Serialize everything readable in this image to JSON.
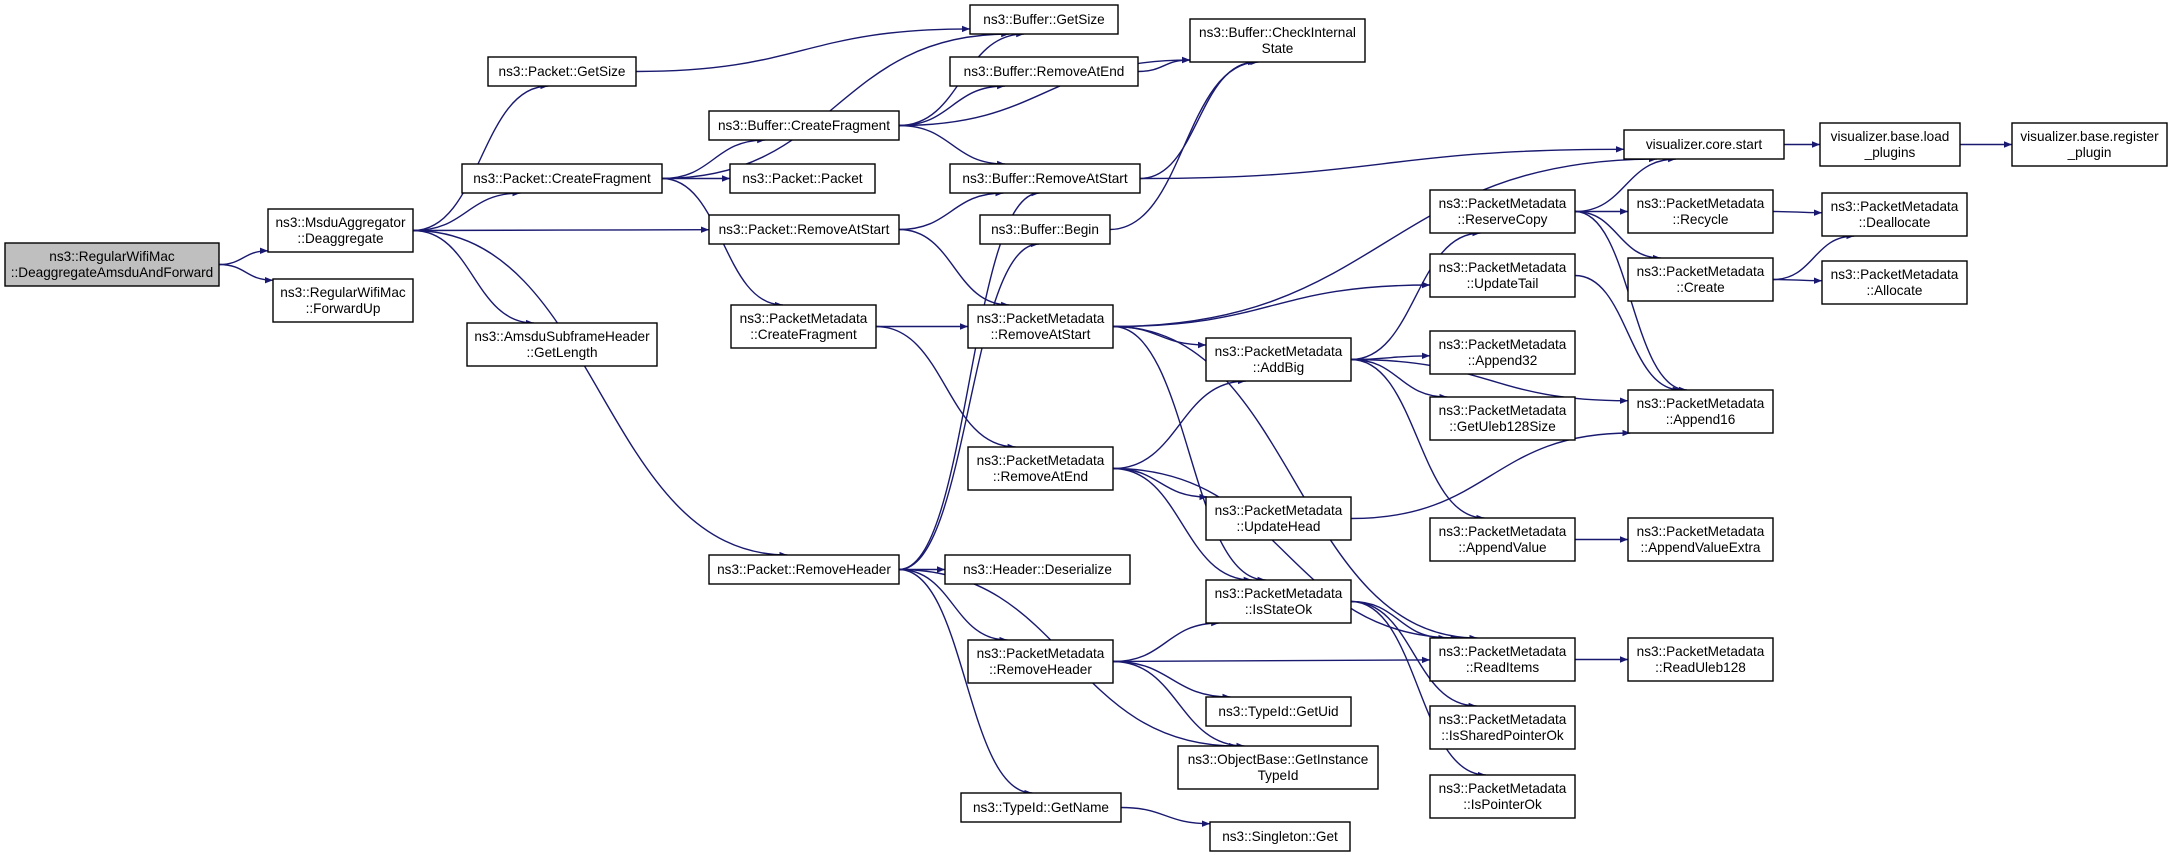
{
  "graph": {
    "colors": {
      "edge": "#191970",
      "root_fill": "#bfbfbf",
      "node_fill": "#ffffff",
      "border": "#000000"
    },
    "nodes": [
      {
        "id": "root",
        "lines": [
          "ns3::RegularWifiMac",
          "::DeaggregateAmsduAndForward"
        ]
      },
      {
        "id": "msdu_deagg",
        "lines": [
          "ns3::MsduAggregator",
          "::Deaggregate"
        ]
      },
      {
        "id": "forwardup",
        "lines": [
          "ns3::RegularWifiMac",
          "::ForwardUp"
        ]
      },
      {
        "id": "pkt_getsize",
        "lines": [
          "ns3::Packet::GetSize"
        ]
      },
      {
        "id": "pkt_createfrag",
        "lines": [
          "ns3::Packet::CreateFragment"
        ]
      },
      {
        "id": "amsdu_getlen",
        "lines": [
          "ns3::AmsduSubframeHeader",
          "::GetLength"
        ]
      },
      {
        "id": "buf_getsize",
        "lines": [
          "ns3::Buffer::GetSize"
        ]
      },
      {
        "id": "buf_removeatend",
        "lines": [
          "ns3::Buffer::RemoveAtEnd"
        ]
      },
      {
        "id": "buf_createfrag",
        "lines": [
          "ns3::Buffer::CreateFragment"
        ]
      },
      {
        "id": "pkt_packet",
        "lines": [
          "ns3::Packet::Packet"
        ]
      },
      {
        "id": "pkt_removeatstart",
        "lines": [
          "ns3::Packet::RemoveAtStart"
        ]
      },
      {
        "id": "pm_createfrag",
        "lines": [
          "ns3::PacketMetadata",
          "::CreateFragment"
        ]
      },
      {
        "id": "pkt_removeheader",
        "lines": [
          "ns3::Packet::RemoveHeader"
        ]
      },
      {
        "id": "buf_checkinternal",
        "lines": [
          "ns3::Buffer::CheckInternal",
          "State"
        ]
      },
      {
        "id": "buf_removeatstart",
        "lines": [
          "ns3::Buffer::RemoveAtStart"
        ]
      },
      {
        "id": "buf_begin",
        "lines": [
          "ns3::Buffer::Begin"
        ]
      },
      {
        "id": "pm_removeatstart",
        "lines": [
          "ns3::PacketMetadata",
          "::RemoveAtStart"
        ]
      },
      {
        "id": "pm_removeatend",
        "lines": [
          "ns3::PacketMetadata",
          "::RemoveAtEnd"
        ]
      },
      {
        "id": "hdr_deserialize",
        "lines": [
          "ns3::Header::Deserialize"
        ]
      },
      {
        "id": "pm_removeheader",
        "lines": [
          "ns3::PacketMetadata",
          "::RemoveHeader"
        ]
      },
      {
        "id": "typeid_getname",
        "lines": [
          "ns3::TypeId::GetName"
        ]
      },
      {
        "id": "vis_core_start",
        "lines": [
          "visualizer.core.start"
        ]
      },
      {
        "id": "vis_base_load",
        "lines": [
          "visualizer.base.load",
          "_plugins"
        ]
      },
      {
        "id": "vis_base_register",
        "lines": [
          "visualizer.base.register",
          "_plugin"
        ]
      },
      {
        "id": "pm_reservecopy",
        "lines": [
          "ns3::PacketMetadata",
          "::ReserveCopy"
        ]
      },
      {
        "id": "pm_updatetail",
        "lines": [
          "ns3::PacketMetadata",
          "::UpdateTail"
        ]
      },
      {
        "id": "pm_addbig",
        "lines": [
          "ns3::PacketMetadata",
          "::AddBig"
        ]
      },
      {
        "id": "pm_updatehead",
        "lines": [
          "ns3::PacketMetadata",
          "::UpdateHead"
        ]
      },
      {
        "id": "pm_isstateok",
        "lines": [
          "ns3::PacketMetadata",
          "::IsStateOk"
        ]
      },
      {
        "id": "typeid_getuid",
        "lines": [
          "ns3::TypeId::GetUid"
        ]
      },
      {
        "id": "objbase_getinstance",
        "lines": [
          "ns3::ObjectBase::GetInstance",
          "TypeId"
        ]
      },
      {
        "id": "singleton_get",
        "lines": [
          "ns3::Singleton::Get"
        ]
      },
      {
        "id": "pm_recycle",
        "lines": [
          "ns3::PacketMetadata",
          "::Recycle"
        ]
      },
      {
        "id": "pm_create",
        "lines": [
          "ns3::PacketMetadata",
          "::Create"
        ]
      },
      {
        "id": "pm_append32",
        "lines": [
          "ns3::PacketMetadata",
          "::Append32"
        ]
      },
      {
        "id": "pm_getuleb128size",
        "lines": [
          "ns3::PacketMetadata",
          "::GetUleb128Size"
        ]
      },
      {
        "id": "pm_appendvalue",
        "lines": [
          "ns3::PacketMetadata",
          "::AppendValue"
        ]
      },
      {
        "id": "pm_readitems",
        "lines": [
          "ns3::PacketMetadata",
          "::ReadItems"
        ]
      },
      {
        "id": "pm_issharedpointerok",
        "lines": [
          "ns3::PacketMetadata",
          "::IsSharedPointerOk"
        ]
      },
      {
        "id": "pm_ispointerok",
        "lines": [
          "ns3::PacketMetadata",
          "::IsPointerOk"
        ]
      },
      {
        "id": "pm_deallocate",
        "lines": [
          "ns3::PacketMetadata",
          "::Deallocate"
        ]
      },
      {
        "id": "pm_allocate",
        "lines": [
          "ns3::PacketMetadata",
          "::Allocate"
        ]
      },
      {
        "id": "pm_append16",
        "lines": [
          "ns3::PacketMetadata",
          "::Append16"
        ]
      },
      {
        "id": "pm_appendvalueextra",
        "lines": [
          "ns3::PacketMetadata",
          "::AppendValueExtra"
        ]
      },
      {
        "id": "pm_readuleb128",
        "lines": [
          "ns3::PacketMetadata",
          "::ReadUleb128"
        ]
      }
    ],
    "edges": [
      [
        "root",
        "msdu_deagg"
      ],
      [
        "root",
        "forwardup"
      ],
      [
        "msdu_deagg",
        "pkt_getsize"
      ],
      [
        "msdu_deagg",
        "pkt_createfrag"
      ],
      [
        "msdu_deagg",
        "pkt_removeatstart"
      ],
      [
        "msdu_deagg",
        "amsdu_getlen"
      ],
      [
        "msdu_deagg",
        "pkt_removeheader"
      ],
      [
        "pkt_getsize",
        "buf_getsize"
      ],
      [
        "pkt_createfrag",
        "buf_getsize"
      ],
      [
        "pkt_createfrag",
        "buf_createfrag"
      ],
      [
        "pkt_createfrag",
        "pkt_packet"
      ],
      [
        "pkt_createfrag",
        "pm_createfrag"
      ],
      [
        "buf_createfrag",
        "buf_getsize"
      ],
      [
        "buf_createfrag",
        "buf_removeatend"
      ],
      [
        "buf_createfrag",
        "buf_checkinternal"
      ],
      [
        "buf_createfrag",
        "buf_removeatstart"
      ],
      [
        "buf_removeatend",
        "buf_checkinternal"
      ],
      [
        "pkt_removeatstart",
        "buf_removeatstart"
      ],
      [
        "pkt_removeatstart",
        "pm_removeatstart"
      ],
      [
        "buf_removeatstart",
        "buf_checkinternal"
      ],
      [
        "buf_removeatstart",
        "vis_core_start"
      ],
      [
        "buf_begin",
        "buf_checkinternal"
      ],
      [
        "pm_createfrag",
        "pm_removeatstart"
      ],
      [
        "pm_createfrag",
        "pm_removeatend"
      ],
      [
        "pkt_removeheader",
        "buf_removeatstart"
      ],
      [
        "pkt_removeheader",
        "buf_begin"
      ],
      [
        "pkt_removeheader",
        "hdr_deserialize"
      ],
      [
        "pkt_removeheader",
        "pm_removeheader"
      ],
      [
        "pkt_removeheader",
        "objbase_getinstance"
      ],
      [
        "pkt_removeheader",
        "typeid_getname"
      ],
      [
        "pm_removeatstart",
        "vis_core_start"
      ],
      [
        "pm_removeatstart",
        "pm_updatetail"
      ],
      [
        "pm_removeatstart",
        "pm_addbig"
      ],
      [
        "pm_removeatstart",
        "pm_isstateok"
      ],
      [
        "pm_removeatstart",
        "pm_readitems"
      ],
      [
        "pm_removeatend",
        "pm_addbig"
      ],
      [
        "pm_removeatend",
        "pm_updatehead"
      ],
      [
        "pm_removeatend",
        "pm_isstateok"
      ],
      [
        "pm_removeatend",
        "pm_readitems"
      ],
      [
        "pm_removeheader",
        "pm_isstateok"
      ],
      [
        "pm_removeheader",
        "pm_readitems"
      ],
      [
        "pm_removeheader",
        "typeid_getuid"
      ],
      [
        "pm_removeheader",
        "objbase_getinstance"
      ],
      [
        "typeid_getname",
        "singleton_get"
      ],
      [
        "vis_core_start",
        "vis_base_load"
      ],
      [
        "vis_base_load",
        "vis_base_register"
      ],
      [
        "pm_reservecopy",
        "vis_core_start"
      ],
      [
        "pm_reservecopy",
        "pm_recycle"
      ],
      [
        "pm_reservecopy",
        "pm_create"
      ],
      [
        "pm_reservecopy",
        "pm_append16"
      ],
      [
        "pm_updatetail",
        "pm_append16"
      ],
      [
        "pm_addbig",
        "pm_reservecopy"
      ],
      [
        "pm_addbig",
        "pm_append32"
      ],
      [
        "pm_addbig",
        "pm_getuleb128size"
      ],
      [
        "pm_addbig",
        "pm_appendvalue"
      ],
      [
        "pm_addbig",
        "pm_append16"
      ],
      [
        "pm_updatehead",
        "pm_append16"
      ],
      [
        "pm_isstateok",
        "pm_readitems"
      ],
      [
        "pm_isstateok",
        "pm_issharedpointerok"
      ],
      [
        "pm_isstateok",
        "pm_ispointerok"
      ],
      [
        "pm_recycle",
        "pm_deallocate"
      ],
      [
        "pm_create",
        "pm_deallocate"
      ],
      [
        "pm_create",
        "pm_allocate"
      ],
      [
        "pm_appendvalue",
        "pm_appendvalueextra"
      ],
      [
        "pm_readitems",
        "pm_readuleb128"
      ]
    ]
  }
}
